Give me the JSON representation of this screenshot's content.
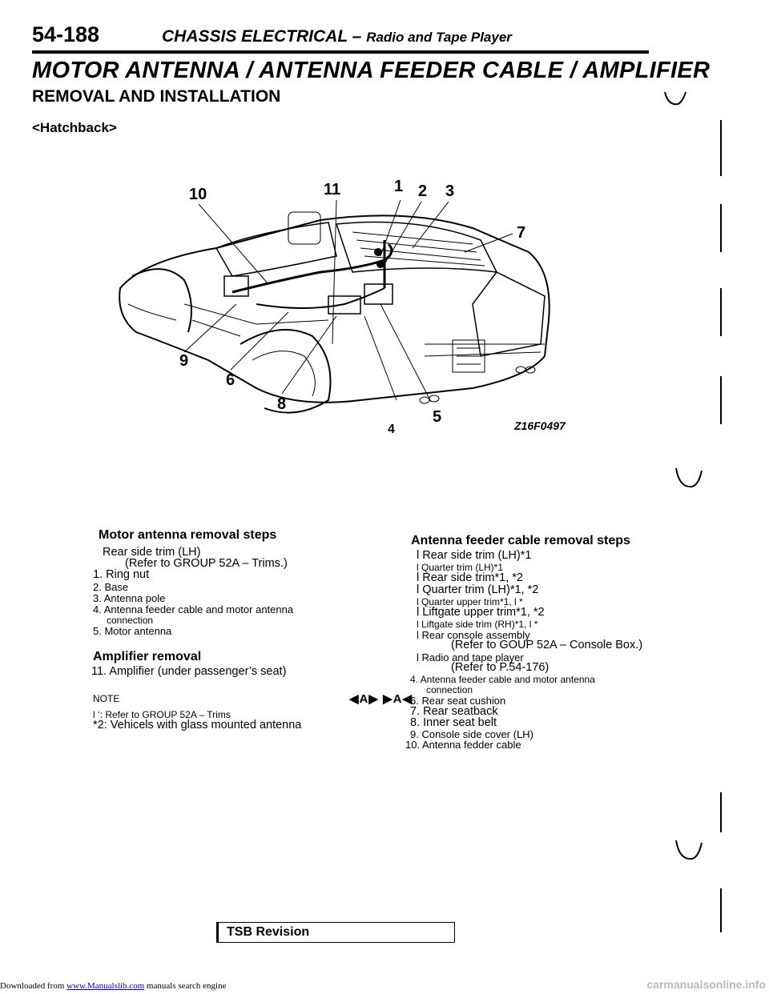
{
  "header": {
    "page_number": "54-188",
    "title_main": "CHASSIS ELECTRICAL",
    "title_dash": "–",
    "title_sub": "Radio and Tape Player"
  },
  "section_title": "MOTOR ANTENNA / ANTENNA FEEDER CABLE / AMPLIFIER",
  "subsection_title": "REMOVAL AND INSTALLATION",
  "variant_label": "<Hatchback>",
  "figure": {
    "code": "Z16F0497",
    "callouts": [
      "10",
      "11",
      "1",
      "2",
      "3",
      "7",
      "9",
      "6",
      "8",
      "5",
      "4"
    ]
  },
  "motor_antenna": {
    "title": "Motor antenna removal steps",
    "bullet_1": "Rear side trim (LH)",
    "bullet_1_ref": "(Refer to GROUP 52A – Trims.)",
    "steps": [
      "1. Ring nut",
      "2. Base",
      "3. Antenna pole",
      "4. Antenna feeder cable and motor antenna",
      "connection",
      "5. Motor antenna"
    ]
  },
  "amplifier": {
    "title": "Amplifier removal",
    "step": "11. Amplifier (under passenger’s seat)"
  },
  "notes": {
    "label": "NOTE",
    "note_1": "l ‘: Refer to GROUP 52A – Trims",
    "note_2": "*2: Vehicels with glass mounted antenna"
  },
  "marks": "◀A▶ ▶A◀",
  "feeder_cable": {
    "title": "Antenna feeder cable removal steps",
    "lines": [
      "l Rear side trim (LH)*1",
      "l Quarter trim (LH)*1",
      "l Rear side trim*1, *2",
      "l Quarter trim (LH)*1, *2",
      "l Quarter upper trim*1, l *",
      "l Liftgate upper trim*1, *2",
      "l Liftgate side trim (RH)*1, l *",
      "l Rear console assembly",
      "(Refer to GOUP 52A – Console Box.)",
      "l Radio and tape player",
      "(Refer to P.54-176)",
      "4. Antenna feeder cable and motor antenna",
      "connection",
      "6. Rear seat cushion",
      "7. Rear seatback",
      "8. Inner seat belt",
      "9. Console side cover (LH)",
      "10. Antenna fedder cable"
    ]
  },
  "tsb_label": "TSB Revision",
  "footer": {
    "prefix": "Downloaded from",
    "link": "www.Manualslib.com",
    "suffix": "manuals search engine"
  },
  "watermark": "carmanualsonline.info"
}
